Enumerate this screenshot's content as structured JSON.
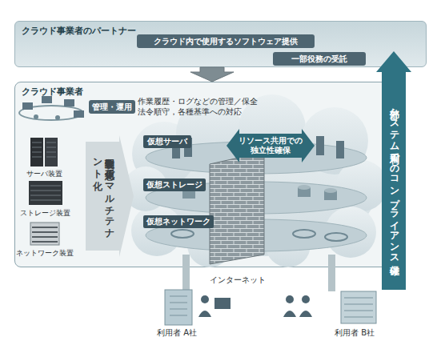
{
  "diagram": {
    "nodes": [
      {
        "text": [
          "クラウド事業者のパートナー"
        ]
      },
      {
        "text": [
          "クラウド内で使用するソフトウェア提供"
        ],
        "in": 0
      },
      {
        "text": [
          "一部役務の受託"
        ],
        "in": 0
      },
      {
        "text": [
          "クラウド事業者"
        ]
      },
      {
        "text": [
          "管理・運用"
        ],
        "in": 3
      },
      {
        "text": [
          "物理装置を仮想化で マルチテナント化"
        ],
        "in": 3
      },
      {
        "text": [
          "仮想サーバ"
        ],
        "in": 3
      },
      {
        "text": [
          "仮想ストレージ"
        ],
        "in": 3
      },
      {
        "text": [
          "仮想ネットワーク"
        ],
        "in": 3
      },
      {
        "text": [
          "リソース共用での 独立性確保"
        ],
        "in": 3
      },
      {
        "text": [
          "外部システム利用でのコンプライアンス確保"
        ]
      }
    ],
    "edges": [
      {
        "from": 0,
        "to": 3,
        "arrow": "to"
      }
    ],
    "labels": [
      "作業履歴・ログなどの管理／保全",
      "法令順守，各種基準への対応",
      "サーバ装置",
      "ストレージ装置",
      "ネットワーク装置",
      "インターネット",
      "利用者 A社",
      "利用者 B社"
    ]
  }
}
